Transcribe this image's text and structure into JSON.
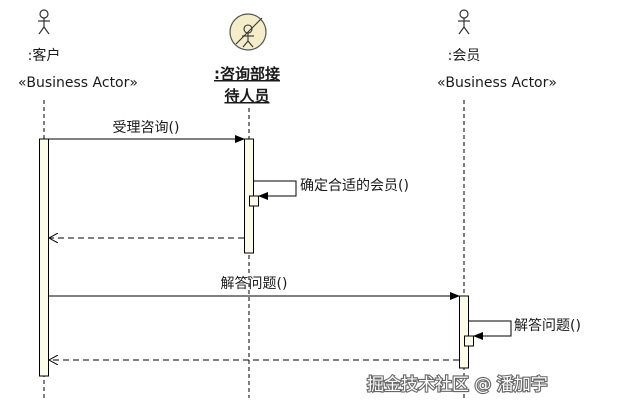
{
  "participants": [
    {
      "name": ":客户",
      "stereotype": "«Business Actor»"
    },
    {
      "name_line1": ":咨询部接",
      "name_line2": "待人员"
    },
    {
      "name": ":会员",
      "stereotype": "«Business Actor»"
    }
  ],
  "messages": {
    "m1": "受理咨询()",
    "m2": "确定合适的会员()",
    "m3": "解答问题()",
    "m4": "解答问题()"
  },
  "watermark": "掘金技术社区 @ 潘加宇"
}
